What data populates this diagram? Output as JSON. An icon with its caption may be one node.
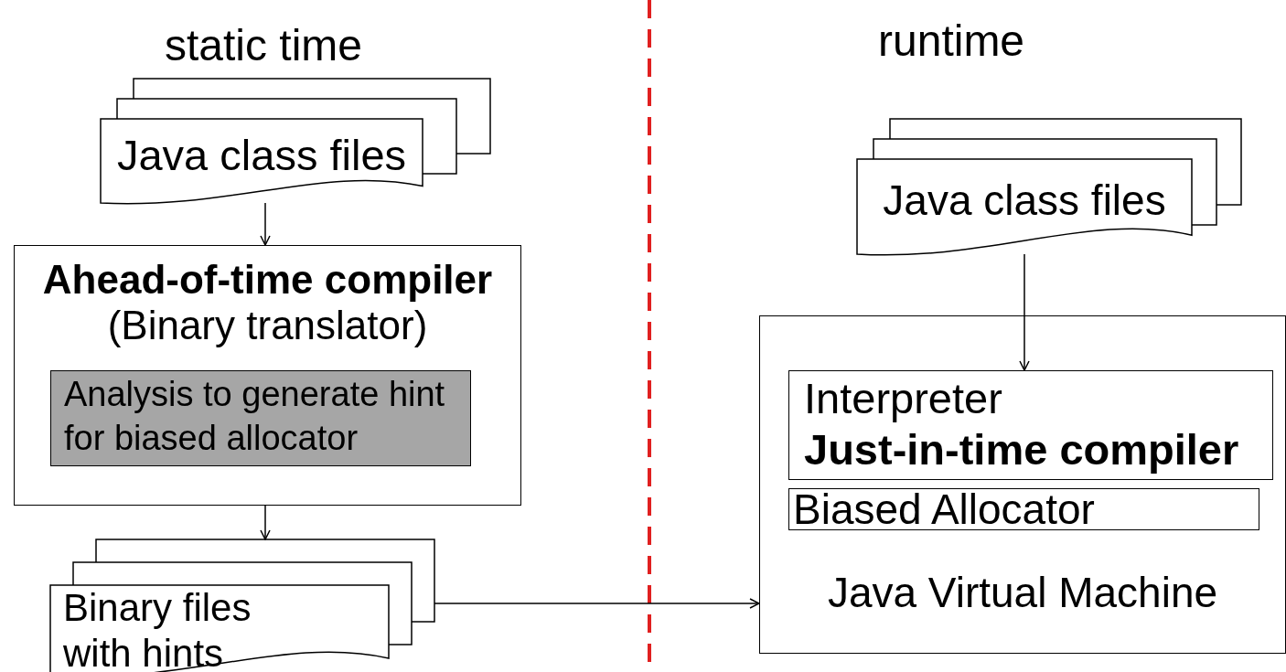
{
  "diagram": {
    "nodes": [
      {
        "text": [
          "Java class files"
        ]
      },
      {
        "text": [
          "Ahead-of-time compiler",
          "(Binary translator)"
        ]
      },
      {
        "text": [
          "Analysis to generate hint for biased allocator"
        ],
        "in": 1
      },
      {
        "text": [
          "Binary files with hints"
        ]
      },
      {
        "text": [
          "Java class files"
        ]
      },
      {
        "text": [
          "Java Virtual Machine"
        ]
      },
      {
        "text": [
          "Interpreter",
          "Just-in-time compiler"
        ],
        "in": 5
      },
      {
        "text": [
          "Biased Allocator"
        ],
        "in": 5
      }
    ],
    "edges": [
      {
        "from": 0,
        "to": 1,
        "arrow": "to"
      },
      {
        "from": 1,
        "to": 3,
        "arrow": "to"
      },
      {
        "from": 3,
        "to": 5,
        "arrow": "to"
      },
      {
        "from": 4,
        "to": 6,
        "arrow": "to"
      }
    ],
    "labels": [
      "static time",
      "runtime"
    ]
  }
}
